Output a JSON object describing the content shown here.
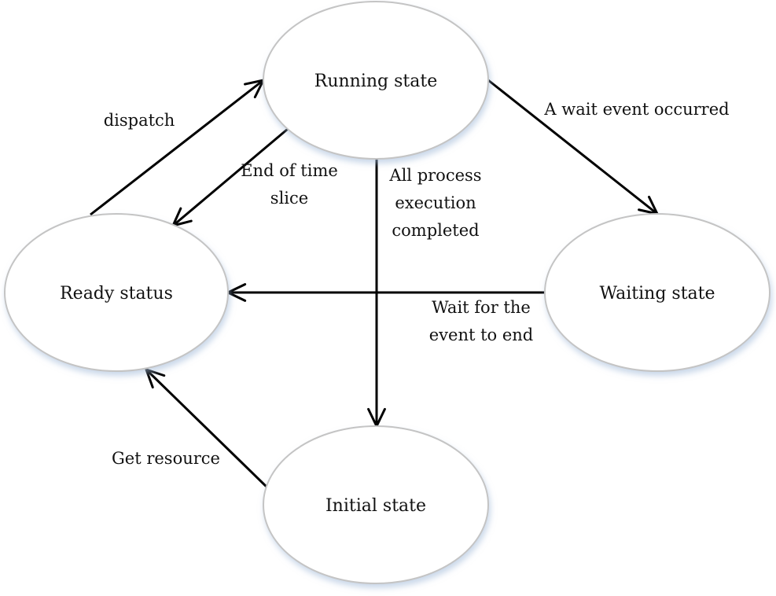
{
  "diagram": {
    "type": "state-transition",
    "nodes": [
      {
        "id": "running",
        "label": "Running state"
      },
      {
        "id": "ready",
        "label": "Ready status"
      },
      {
        "id": "waiting",
        "label": "Waiting state"
      },
      {
        "id": "initial",
        "label": "Initial state"
      }
    ],
    "edges": [
      {
        "id": "dispatch",
        "from": "ready",
        "to": "running",
        "label_lines": [
          "dispatch"
        ]
      },
      {
        "id": "time-slice",
        "from": "running",
        "to": "ready",
        "label_lines": [
          "End of time",
          "slice"
        ]
      },
      {
        "id": "wait-event",
        "from": "running",
        "to": "waiting",
        "label_lines": [
          "A wait event occurred"
        ]
      },
      {
        "id": "completed",
        "from": "running",
        "to": "initial",
        "label_lines": [
          "All process",
          "execution",
          "completed"
        ]
      },
      {
        "id": "event-end",
        "from": "waiting",
        "to": "ready",
        "label_lines": [
          "Wait for the",
          "event to end"
        ]
      },
      {
        "id": "get-resource",
        "from": "initial",
        "to": "ready",
        "label_lines": [
          "Get resource"
        ]
      }
    ]
  }
}
